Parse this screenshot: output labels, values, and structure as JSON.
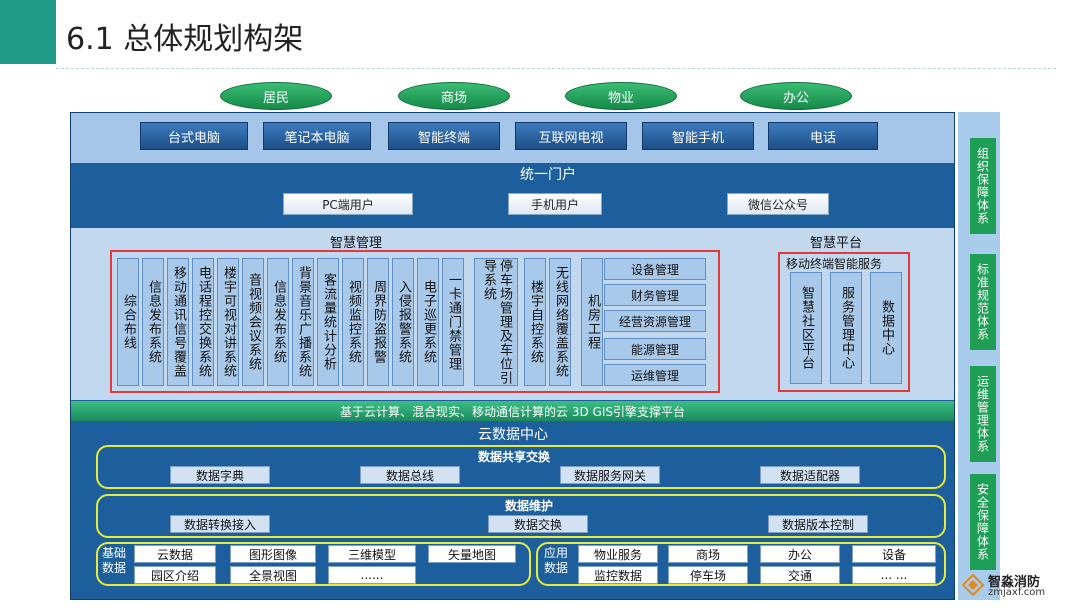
{
  "title": "6.1 总体规划构架",
  "users": [
    "居民",
    "商场",
    "物业",
    "办公"
  ],
  "devices": [
    "台式电脑",
    "笔记本电脑",
    "智能终端",
    "互联网电视",
    "智能手机",
    "电话"
  ],
  "portal": {
    "title": "统一门户",
    "items": [
      "PC端用户",
      "手机用户",
      "微信公众号"
    ]
  },
  "smart_mgmt": {
    "title": "智慧管理",
    "columns": [
      "综合布线",
      "信息发布系统",
      "移动通讯信号覆盖",
      "电话程控交换系统",
      "楼宇可视对讲系统",
      "音视频会议系统",
      "信息发布系统",
      "背景音乐广播系统",
      "客流量统计分析",
      "视频监控系统",
      "周界防盗报警",
      "入侵报警系统",
      "电子巡更系统",
      "一卡通门禁管理",
      "停车场管理及车位引导系统",
      "楼宇自控系统",
      "无线网络覆盖系统",
      "机房工程"
    ],
    "right_items": [
      "设备管理",
      "财务管理",
      "经营资源管理",
      "能源管理",
      "运维管理"
    ]
  },
  "smart_platform": {
    "title": "智慧平台",
    "subtitle": "移动终端智能服务",
    "columns": [
      "智慧社区平台",
      "服务管理中心",
      "数据中心"
    ]
  },
  "cloud_bar": "基于云计算、混合现实、移动通信计算的云 3D GIS引擎支撑平台",
  "data_center": {
    "title": "云数据中心",
    "share": {
      "title": "数据共享交换",
      "items": [
        "数据字典",
        "数据总线",
        "数据服务网关",
        "数据适配器"
      ]
    },
    "maintain": {
      "title": "数据维护",
      "items": [
        "数据转换接入",
        "数据交换",
        "数据版本控制"
      ]
    },
    "basic": {
      "label": "基础数据",
      "items": [
        "云数据",
        "图形图像",
        "三维模型",
        "矢量地图",
        "园区介绍",
        "全景视图",
        "......"
      ]
    },
    "app": {
      "label": "应用数据",
      "items": [
        "物业服务",
        "商场",
        "办公",
        "设备",
        "监控数据",
        "停车场",
        "交通",
        "... ..."
      ]
    }
  },
  "side": [
    "组织保障体系",
    "标准规范体系",
    "运维管理体系",
    "安全保障体系"
  ],
  "watermark": {
    "name": "智淼消防",
    "url": "zmjaxf.com"
  },
  "colors": {
    "panel": "#1d5f9c",
    "accent_green": "#1f9a87",
    "red_box": "#e23a3a",
    "yellow_box": "#e6ea3a"
  }
}
